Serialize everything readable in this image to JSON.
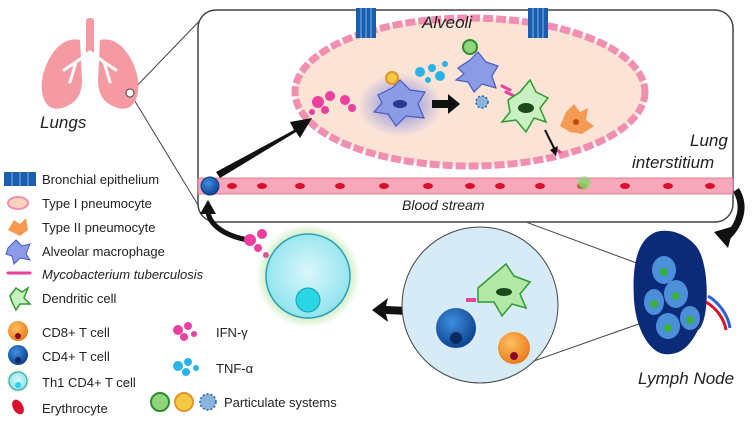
{
  "labels": {
    "lungs": "Lungs",
    "alveoli": "Alveoli",
    "lung_interstitium_1": "Lung",
    "lung_interstitium_2": "interstitium",
    "blood_stream": "Blood stream",
    "lymph_node": "Lymph Node"
  },
  "legend": {
    "bronchial_epithelium": "Bronchial epithelium",
    "type1": "Type I pneumocyte",
    "type2": "Type II pneumocyte",
    "macrophage": "Alveolar macrophage",
    "mtb": "Mycobacterium tuberculosis",
    "dendritic": "Dendritic cell",
    "cd8": "CD8+ T cell",
    "cd4": "CD4+ T cell",
    "th1": "Th1 CD4+ T cell",
    "erythrocyte": "Erythrocyte",
    "ifn": "IFN-γ",
    "tnf": "TNF-α",
    "particulate": "Particulate systems"
  },
  "colors": {
    "alveolar_fill": "#fbe3d6",
    "alveolar_border": "#f08fb0",
    "blood_vessel": "#f7a9bb",
    "erythrocyte": "#d8102a",
    "cd4": "#0b5aa8",
    "cd8": "#f08a1a",
    "th1": "#5ed6e4",
    "macrophage": "#7f8fe0",
    "dendritic": "#3ab03a",
    "mtb": "#ec3fa0",
    "lymph_dark": "#0b2a78",
    "lymph_blue": "#4a8fd8"
  }
}
